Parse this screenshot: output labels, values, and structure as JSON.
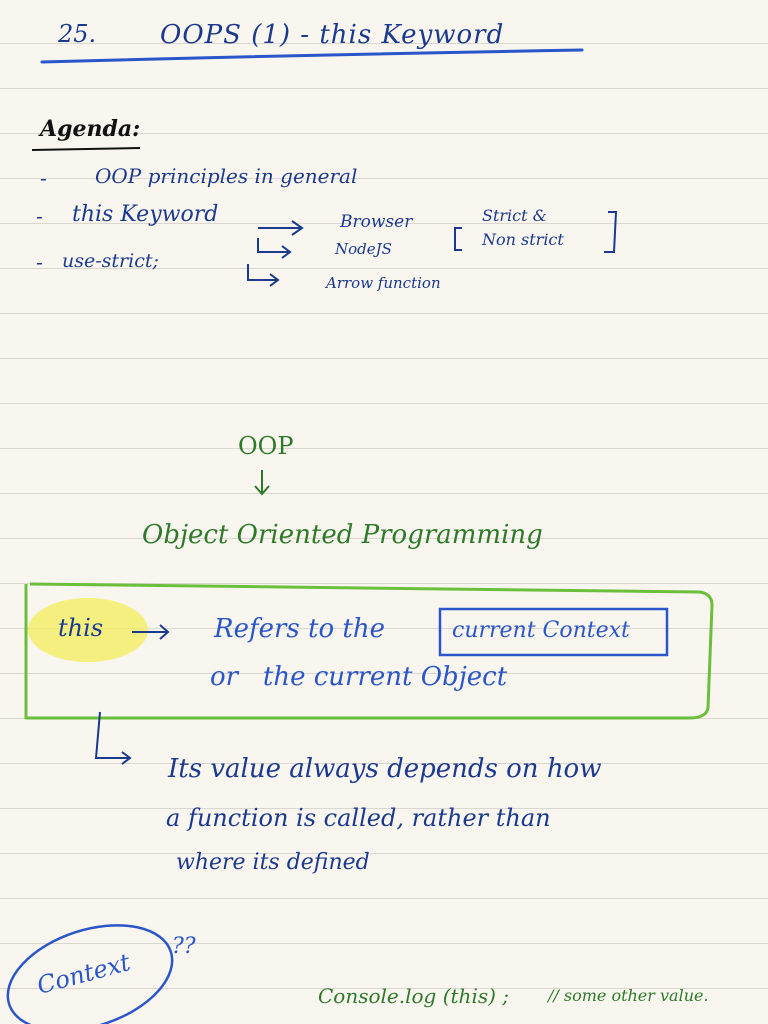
{
  "title": {
    "number": "25.",
    "text": "OOPS (1) - this Keyword"
  },
  "agenda": {
    "heading": "Agenda:",
    "items": [
      {
        "bullet": "-",
        "text": "OOP principles in general"
      },
      {
        "bullet": "-",
        "text": "this Keyword"
      },
      {
        "bullet": "-",
        "text": "use-strict;"
      }
    ],
    "branches": [
      "Browser",
      "NodeJS",
      "Arrow function"
    ],
    "modes": [
      "Strict &",
      "Non strict"
    ]
  },
  "oop": {
    "abbr": "OOP",
    "full": "Object Oriented Programming"
  },
  "definition": {
    "term": "this",
    "line1_prefix": "Refers to the",
    "boxed": "current Context",
    "line2": "or   the current Object"
  },
  "explanation": [
    "Its value always depends on how",
    "a function is called, rather than",
    "where its defined"
  ],
  "footer": {
    "circled": "Context",
    "question": "??",
    "code": "Console.log (this) ;",
    "comment": "// some other value."
  },
  "colors": {
    "ink_blue": "#1b3a8f",
    "highlight_blue": "#2a56c9",
    "ink_green": "#2e7a2a",
    "marker_green": "#6cbf3c",
    "highlighter_yellow": "#f3ec5a",
    "paper": "#f8f6ee",
    "rule_line": "#d9d7cf"
  }
}
